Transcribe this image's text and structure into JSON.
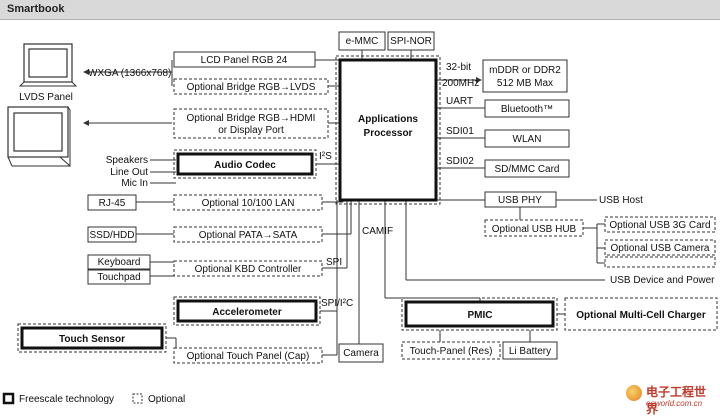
{
  "header": {
    "title": "Smartbook"
  },
  "core": {
    "title_line1": "Applications",
    "title_line2": "Processor"
  },
  "blocks": {
    "emmc": "e-MMC",
    "spinor": "SPI-NOR",
    "lcd": "LCD Panel RGB 24",
    "wxga": "WXGA (1366x768)",
    "lvds_panel": "LVDS Panel",
    "bridge_lvds": "Optional Bridge RGB→LVDS",
    "bridge_hdmi_1": "Optional Bridge RGB→HDMI",
    "bridge_hdmi_2": "or Display Port",
    "audio": "Audio Codec",
    "speakers": "Speakers",
    "lineout": "Line Out",
    "micin": "Mic In",
    "rj45": "RJ-45",
    "lan": "Optional 10/100 LAN",
    "ssd": "SSD/HDD",
    "pata": "Optional PATA→SATA",
    "keyboard": "Keyboard",
    "touchpad": "Touchpad",
    "kbd": "Optional KBD Controller",
    "accel": "Accelerometer",
    "touch_sensor": "Touch Sensor",
    "touch_panel_cap": "Optional Touch Panel (Cap)",
    "camera": "Camera",
    "pmic": "PMIC",
    "touch_res": "Touch-Panel (Res)",
    "li_battery": "Li Battery",
    "charger": "Optional Multi-Cell Charger",
    "mddr_1": "mDDR or DDR2",
    "mddr_2": "512 MB Max",
    "bluetooth": "Bluetooth™",
    "wlan": "WLAN",
    "sdmmc": "SD/MMC Card",
    "usbphy": "USB PHY",
    "usbhost": "USB Host",
    "usbhub": "Optional USB HUB",
    "usb3g": "Optional USB 3G Card",
    "usbcam": "Optional USB Camera",
    "usbdev": "USB Device and Power"
  },
  "buses": {
    "bit32": "32-bit",
    "mhz200": "200MHz",
    "uart": "UART",
    "sdi01": "SDI01",
    "sdi02": "SDI02",
    "i2s": "I²S",
    "camif": "CAMIF",
    "spi": "SPI",
    "spi_i2c": "SPI/I²C"
  },
  "legend": {
    "freescale": "Freescale technology",
    "optional": "Optional"
  },
  "watermark": {
    "line1": "电子工程世界",
    "line2": "eeworld.com.cn"
  }
}
